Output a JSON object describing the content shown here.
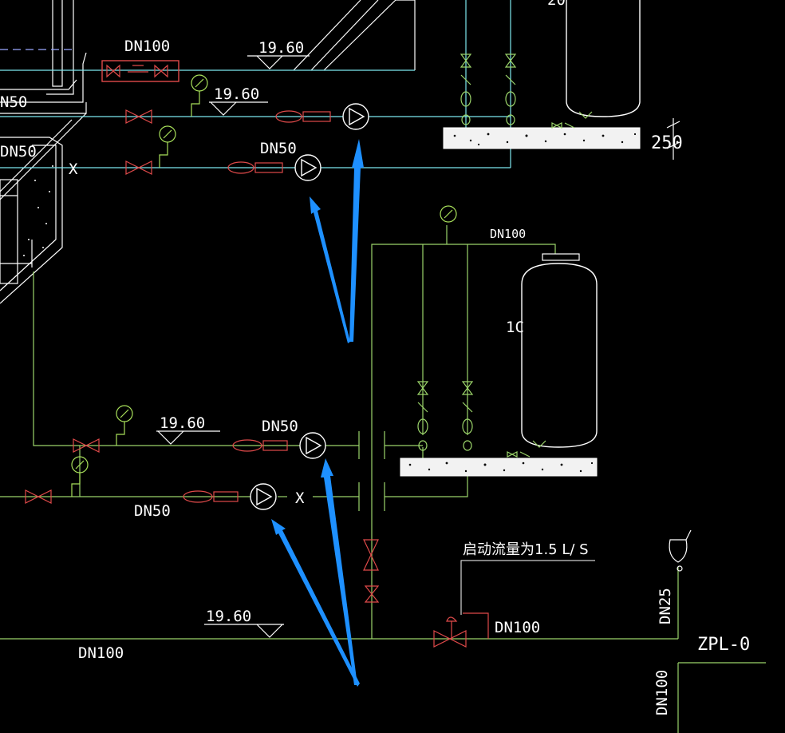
{
  "labels": {
    "dn100_top_valve": "DN100",
    "elev_top": "19.60",
    "elev_upper_pump": "19.60",
    "dn50_upper": "DN50",
    "dn50_left": "DN50",
    "dim_250": "250",
    "tank_top_partial": "20",
    "dn100_tank_header": "DN100",
    "tank_1c": "1C",
    "elev_lower_pump": "19.60",
    "dn50_lower_upper": "DN50",
    "dn50_lower": "DN50",
    "startup_flow": "启动流量为1.5 L/ S",
    "dn100_alarm_valve": "DN100",
    "elev_main": "19.60",
    "dn100_main": "DN100",
    "dn25_vertical": "DN25",
    "zpl_label": "ZPL-0",
    "dn100_vertical": "DN100",
    "x_mark_upper": "X",
    "x_mark_lower": "X",
    "left_partial_n50": "N50"
  },
  "colors": {
    "background": "#000000",
    "pipe": "#7ee8f0",
    "supply": "#9bd46a",
    "valve": "#e04a4a",
    "gauge": "#a8e05a",
    "label": "#ffffff",
    "arrow": "#1e90ff",
    "structure": "#ffffff",
    "base": "#f2f2f2"
  },
  "icons": [
    "pump-icon",
    "gate-valve-icon",
    "pressure-gauge-icon",
    "check-valve-icon",
    "pressure-tank-icon",
    "alarm-valve-icon",
    "sprinkler-head-icon",
    "elevation-marker-icon",
    "annotation-arrow-icon"
  ]
}
